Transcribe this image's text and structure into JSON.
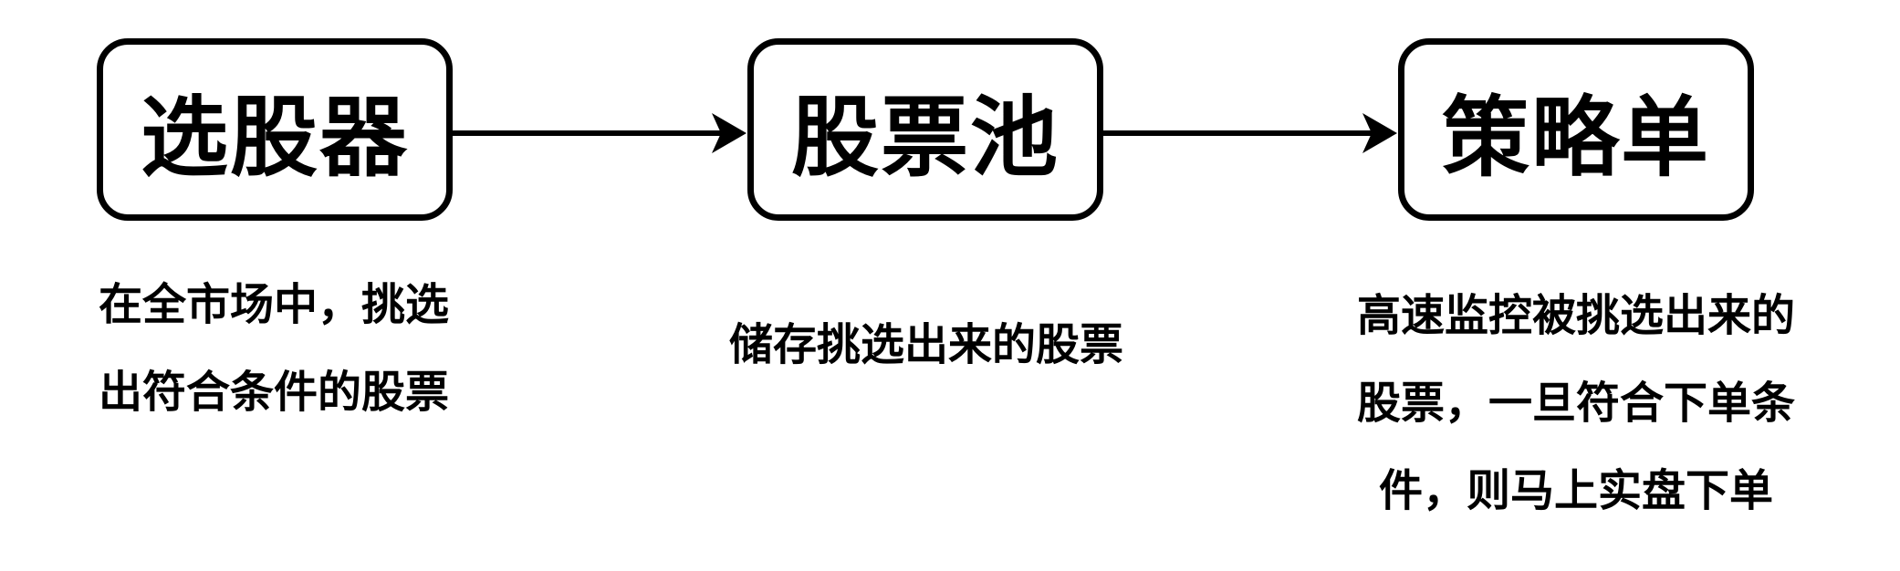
{
  "nodes": [
    {
      "label": "选股器",
      "caption": [
        "在全市场中，挑选",
        "出符合条件的股票"
      ]
    },
    {
      "label": "股票池",
      "caption": [
        "储存挑选出来的股票"
      ]
    },
    {
      "label": "策略单",
      "caption": [
        "高速监控被挑选出来的",
        "股票，一旦符合下单条",
        "件，则马上实盘下单"
      ]
    }
  ],
  "colors": {
    "stroke": "#000000",
    "background": "#ffffff"
  }
}
